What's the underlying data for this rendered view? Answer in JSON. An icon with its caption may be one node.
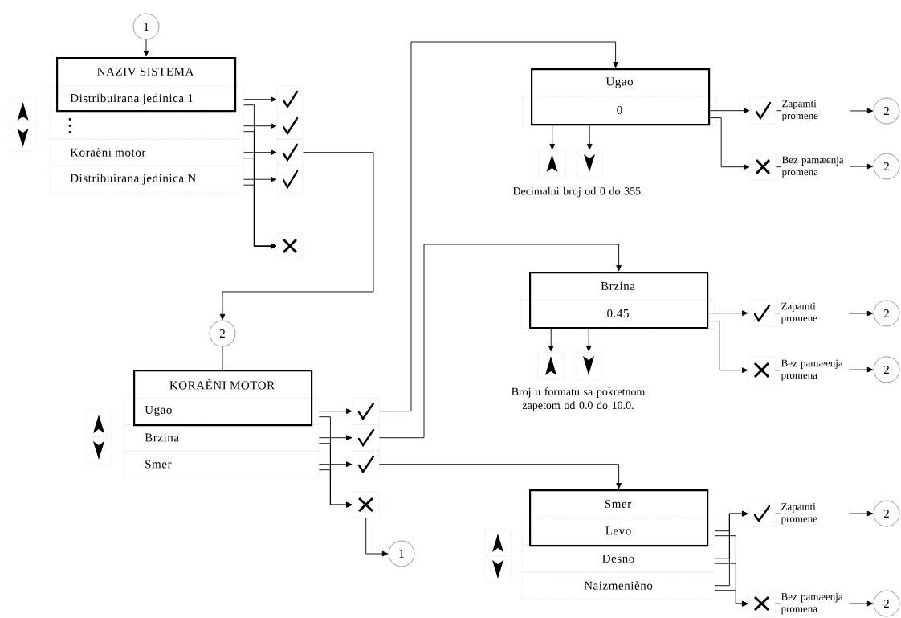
{
  "diagram": {
    "nodes": [
      {
        "text": [
          "1"
        ]
      },
      {
        "text": [
          "NAZIV SISTEMA"
        ]
      },
      {
        "text": [
          "Distribuirana jedinica 1"
        ]
      },
      {
        "text": [],
        "shape": "box"
      },
      {
        "text": [
          "Koraèni motor"
        ]
      },
      {
        "text": [
          "Distribuirana jedinica N"
        ]
      },
      {
        "text": [],
        "shape": "box"
      },
      {
        "text": [],
        "shape": "box"
      },
      {
        "text": [],
        "shape": "box"
      },
      {
        "text": [],
        "shape": "box"
      },
      {
        "text": [],
        "shape": "box"
      },
      {
        "text": [
          "2"
        ]
      },
      {
        "text": [
          "KORAÈNI MOTOR"
        ]
      },
      {
        "text": [
          "Ugao"
        ]
      },
      {
        "text": [
          "Brzina"
        ]
      },
      {
        "text": [
          "Smer"
        ]
      },
      {
        "text": [],
        "shape": "box"
      },
      {
        "text": [],
        "shape": "box"
      },
      {
        "text": [],
        "shape": "box"
      },
      {
        "text": [],
        "shape": "box"
      },
      {
        "text": [
          "1"
        ]
      },
      {
        "text": [
          "Ugao",
          "0"
        ]
      },
      {
        "text": [],
        "shape": "box"
      },
      {
        "text": [],
        "shape": "box"
      },
      {
        "text": [],
        "shape": "box"
      },
      {
        "text": [],
        "shape": "box"
      },
      {
        "text": [
          "2"
        ]
      },
      {
        "text": [
          "2"
        ]
      },
      {
        "text": [
          "Brzina",
          "0.45"
        ]
      },
      {
        "text": [],
        "shape": "box"
      },
      {
        "text": [],
        "shape": "box"
      },
      {
        "text": [],
        "shape": "box"
      },
      {
        "text": [],
        "shape": "box"
      },
      {
        "text": [
          "2"
        ]
      },
      {
        "text": [
          "2"
        ]
      },
      {
        "text": [
          "Smer"
        ]
      },
      {
        "text": [
          "Levo"
        ]
      },
      {
        "text": [
          "Desno"
        ]
      },
      {
        "text": [
          "Naizmenièno"
        ]
      },
      {
        "text": [],
        "shape": "box"
      },
      {
        "text": [],
        "shape": "box"
      },
      {
        "text": [
          "2"
        ]
      },
      {
        "text": [
          "2"
        ]
      }
    ],
    "edges": [
      {
        "from": 0,
        "to": 1,
        "arrow": "to"
      },
      {
        "from": 2,
        "to": 6,
        "arrow": "to"
      },
      {
        "from": 3,
        "to": 7,
        "arrow": "to"
      },
      {
        "from": 4,
        "to": 8,
        "arrow": "to"
      },
      {
        "from": 5,
        "to": 9,
        "arrow": "to"
      },
      {
        "from": 2,
        "to": 10,
        "arrow": "to"
      },
      {
        "from": 3,
        "to": 10,
        "arrow": "to"
      },
      {
        "from": 4,
        "to": 10,
        "arrow": "to"
      },
      {
        "from": 5,
        "to": 10,
        "arrow": "to"
      },
      {
        "from": 8,
        "to": 11,
        "arrow": "to"
      },
      {
        "from": 11,
        "to": 12,
        "arrow": "none"
      },
      {
        "from": 13,
        "to": 16,
        "arrow": "to"
      },
      {
        "from": 14,
        "to": 17,
        "arrow": "to"
      },
      {
        "from": 15,
        "to": 18,
        "arrow": "to"
      },
      {
        "from": 13,
        "to": 19,
        "arrow": "to"
      },
      {
        "from": 14,
        "to": 19,
        "arrow": "to"
      },
      {
        "from": 15,
        "to": 19,
        "arrow": "to"
      },
      {
        "from": 19,
        "to": 20,
        "arrow": "to"
      },
      {
        "from": 16,
        "to": 21,
        "arrow": "to"
      },
      {
        "from": 17,
        "to": 28,
        "arrow": "to"
      },
      {
        "from": 18,
        "to": 35,
        "arrow": "to"
      },
      {
        "from": 21,
        "to": 22,
        "arrow": "to"
      },
      {
        "from": 21,
        "to": 23,
        "arrow": "to"
      },
      {
        "from": 21,
        "to": 24,
        "arrow": "to"
      },
      {
        "from": 21,
        "to": 25,
        "arrow": "to"
      },
      {
        "from": 24,
        "to": 26,
        "arrow": "to",
        "label": "Zapamti promene"
      },
      {
        "from": 25,
        "to": 27,
        "arrow": "to",
        "label": "Bez pamæenja promena"
      },
      {
        "from": 28,
        "to": 29,
        "arrow": "to"
      },
      {
        "from": 28,
        "to": 30,
        "arrow": "to"
      },
      {
        "from": 28,
        "to": 31,
        "arrow": "to"
      },
      {
        "from": 28,
        "to": 32,
        "arrow": "to"
      },
      {
        "from": 31,
        "to": 33,
        "arrow": "to",
        "label": "Zapamti promene"
      },
      {
        "from": 32,
        "to": 34,
        "arrow": "to",
        "label": "Bez pamæenja promena"
      },
      {
        "from": 36,
        "to": 39,
        "arrow": "to"
      },
      {
        "from": 37,
        "to": 39,
        "arrow": "to"
      },
      {
        "from": 38,
        "to": 39,
        "arrow": "to"
      },
      {
        "from": 36,
        "to": 40,
        "arrow": "to"
      },
      {
        "from": 37,
        "to": 40,
        "arrow": "to"
      },
      {
        "from": 38,
        "to": 40,
        "arrow": "to"
      },
      {
        "from": 39,
        "to": 41,
        "arrow": "to",
        "label": "Zapamti promene"
      },
      {
        "from": 40,
        "to": 42,
        "arrow": "to",
        "label": "Bez pamæenja promena"
      }
    ],
    "labels": [
      "Decimalni broj od 0 do 355.",
      "Broj u formatu sa pokretnom zapetom od 0.0 do 10.0."
    ]
  }
}
